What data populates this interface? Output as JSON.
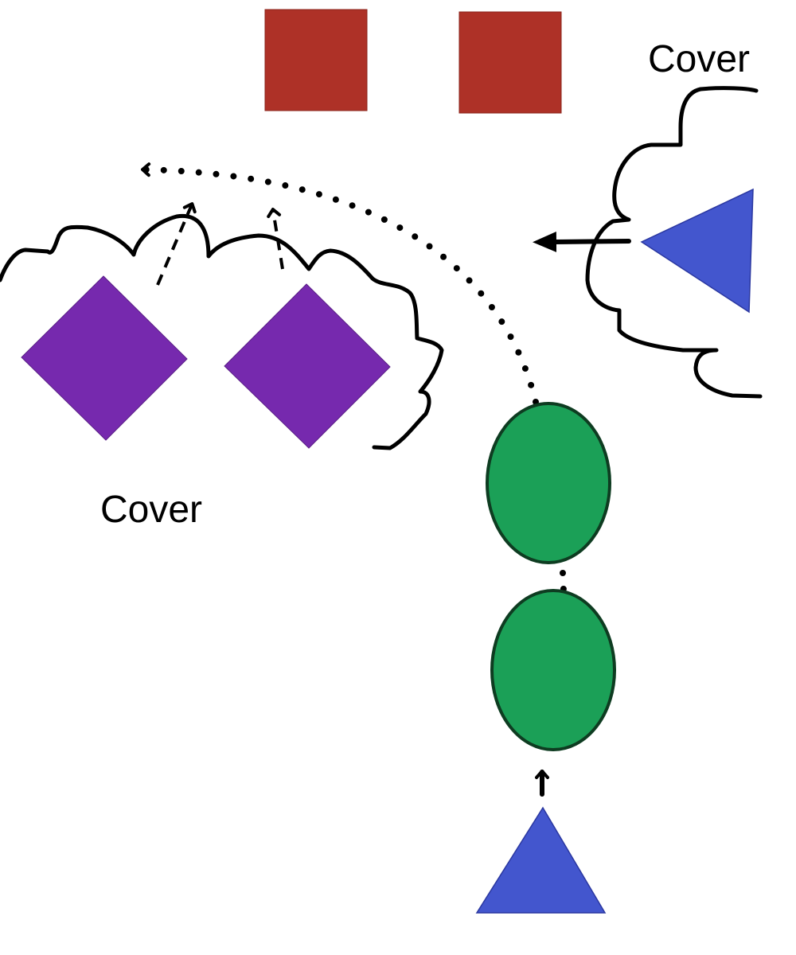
{
  "diagram": {
    "labels": {
      "cover_top_right": "Cover",
      "cover_left": "Cover"
    },
    "colors": {
      "square": "#AE3127",
      "diamond": "#7629AE",
      "triangle": "#4356CE",
      "circle": "#1BA057",
      "circle_outline": "#0E3C21",
      "line": "#000000"
    },
    "icons": {
      "squares": "red-square",
      "diamonds": "purple-diamond",
      "circles": "green-circle",
      "triangles": "blue-triangle",
      "zones": "cover-zone-cloud"
    }
  }
}
